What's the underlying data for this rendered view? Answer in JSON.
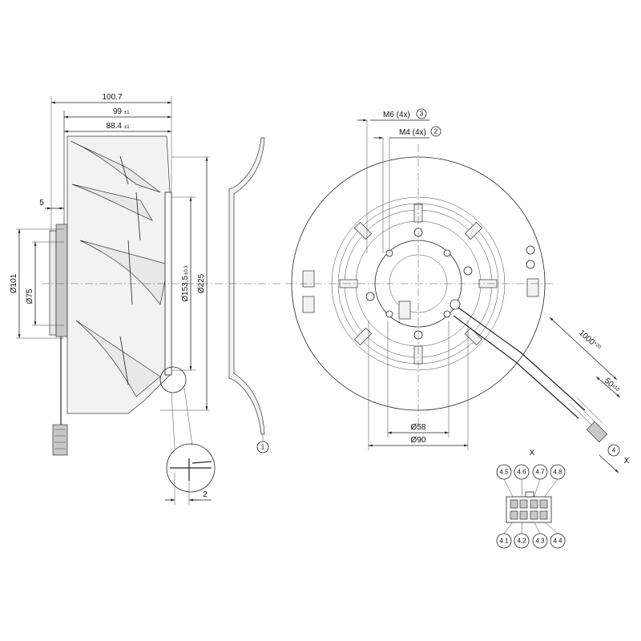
{
  "side_view": {
    "dim_overall_length": "100.7",
    "dim_hub_length": "99",
    "dim_hub_length_tol": "±1",
    "dim_wheel_length": "88.4",
    "dim_wheel_length_tol": "±1",
    "dim_flange": "5",
    "dim_d101": "Ø101",
    "dim_d75": "Ø75",
    "dim_d153": "Ø153,5",
    "dim_d153_tol": "±0.3",
    "dim_d225": "Ø225",
    "dim_detail_gap": "2",
    "callout_inlet_ring": "1"
  },
  "front_view": {
    "label_m6": "M6 (4x)",
    "callout_m6": "3",
    "label_m4": "M4 (4x)",
    "callout_m4": "2",
    "dim_d58": "Ø58",
    "dim_d90": "Ø90",
    "dim_cable_length": "1000",
    "dim_cable_length_tol": "+20",
    "dim_strip_length": "50",
    "dim_strip_length_tol": "±10",
    "callout_connector": "4",
    "label_x_arrow": "X"
  },
  "connector": {
    "title": "X",
    "top_pins": [
      "4.5",
      "4.6",
      "4.7",
      "4.8"
    ],
    "bottom_pins": [
      "4.1",
      "4.2",
      "4.3",
      "4.4"
    ]
  }
}
